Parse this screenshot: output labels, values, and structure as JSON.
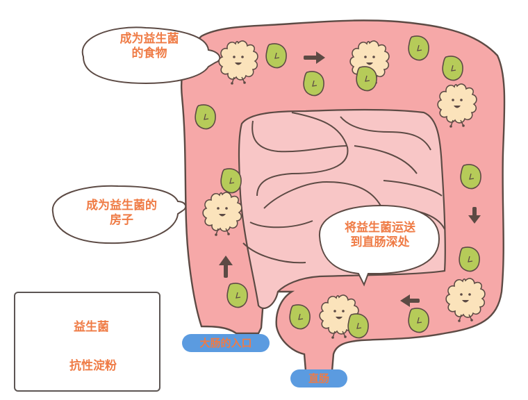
{
  "colors": {
    "colon_fill": "#f6a8a8",
    "colon_outline": "#5c4a44",
    "small_intestine_fill": "#f8c6c6",
    "bacteria_fill": "#fbe3bb",
    "starch_fill": "#b6cb59",
    "label_text": "#ef7b45",
    "pill_bg": "#5b9be0",
    "arrow": "#5c4a44"
  },
  "bubbles": [
    {
      "id": "food",
      "lines": [
        "成为益生菌",
        "的食物"
      ]
    },
    {
      "id": "house",
      "lines": [
        "成为益生菌的",
        "房子"
      ]
    },
    {
      "id": "transport",
      "lines": [
        "将益生菌运送",
        "到直肠深处"
      ]
    }
  ],
  "pills": {
    "entrance": "大肠的入口",
    "rectum": "直肠"
  },
  "legend": {
    "items": [
      {
        "icon": "probiotic-icon",
        "label": "益生菌"
      },
      {
        "icon": "resistant-starch-icon",
        "label": "抗性淀粉"
      }
    ]
  },
  "arrows": [
    {
      "direction": "up",
      "location": "ascending-colon"
    },
    {
      "direction": "right",
      "location": "transverse-colon"
    },
    {
      "direction": "down",
      "location": "descending-colon"
    },
    {
      "direction": "left",
      "location": "sigmoid-colon"
    }
  ]
}
